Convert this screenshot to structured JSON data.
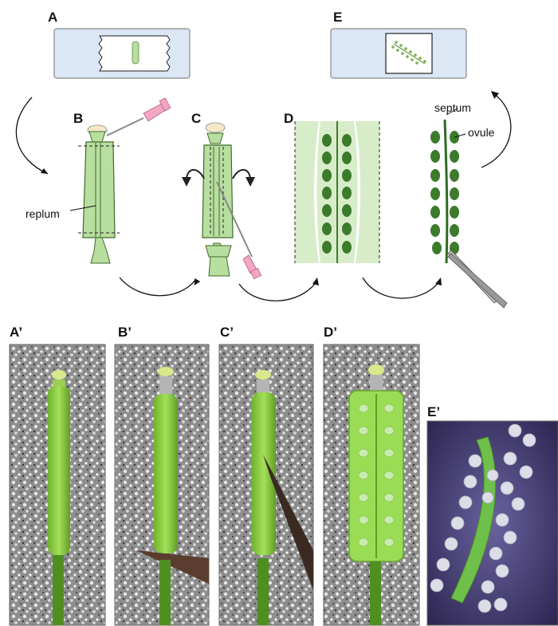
{
  "panels": {
    "A": "A",
    "B": "B",
    "C": "C",
    "D": "D",
    "E": "E",
    "A_prime": "A’",
    "B_prime": "B’",
    "C_prime": "C’",
    "D_prime": "D’",
    "E_prime": "E’"
  },
  "annotations": {
    "replum": "replum",
    "septum": "septum",
    "ovule": "ovule"
  },
  "colors": {
    "slide_fill": "#dbe7f5",
    "fruit_green": "#b8dea0",
    "fruit_light": "#d7ecc8",
    "ovule_green": "#3c7a2c",
    "septum_green": "#2f6b24",
    "needle_pink": "#f4a6c4",
    "stigma_cream": "#f3e9c9",
    "photo_background": "#9a9a9a",
    "photo_fruit": "#7cc33a",
    "photo_dark_background": "#4a3f7a",
    "photo_ovule": "#d9dbe6"
  },
  "icons": [
    "needle-icon",
    "forceps-icon",
    "curved-arrow-icon",
    "rotate-arrow-icon"
  ]
}
